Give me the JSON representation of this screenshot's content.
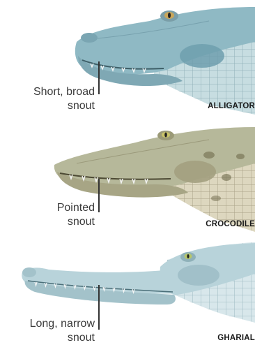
{
  "species": [
    {
      "name": "ALLIGATOR",
      "caption_line1": "Short, broad",
      "caption_line2": "snout"
    },
    {
      "name": "CROCODILE",
      "caption_line1": "Pointed",
      "caption_line2": "snout"
    },
    {
      "name": "GHARIAL",
      "caption_line1": "Long, narrow",
      "caption_line2": "snout"
    }
  ],
  "colors": {
    "alligator_skin": "#8fb9c4",
    "alligator_dark": "#4f7d8b",
    "crocodile_skin": "#b6b89a",
    "crocodile_dark": "#6f6a4c",
    "gharial_skin": "#b8d3da",
    "gharial_dark": "#6e97a2",
    "eye": "#c9c46a",
    "text": "#3a3a3a"
  }
}
